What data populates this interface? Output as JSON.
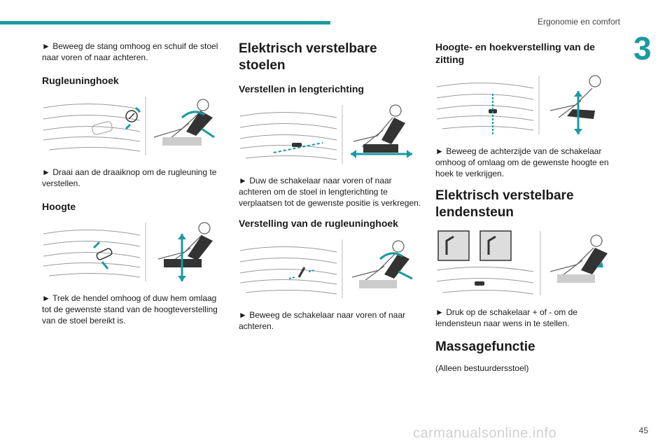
{
  "header": {
    "section": "Ergonomie en comfort",
    "chapter": "3"
  },
  "column1": {
    "intro": "► Beweeg de stang omhoog en schuif de stoel naar voren of naar achteren.",
    "h_backrest": "Rugleuninghoek",
    "p_backrest": "► Draai aan de draaiknop om de rugleuning te verstellen.",
    "h_height": "Hoogte",
    "p_height": "► Trek de hendel omhoog of duw hem omlaag tot de gewenste stand van de hoogteverstelling van de stoel bereikt is."
  },
  "column2": {
    "h_title": "Elektrisch verstelbare stoelen",
    "h_long": "Verstellen in lengterichting",
    "p_long": "► Duw de schakelaar naar voren of naar achteren om de stoel in lengterichting te verplaatsen tot de gewenste positie is verkregen.",
    "h_back": "Verstelling van de rugleuninghoek",
    "p_back": "► Beweeg de schakelaar naar voren of naar achteren."
  },
  "column3": {
    "h_height": "Hoogte- en hoekverstelling van de zitting",
    "p_height": "► Beweeg de achterzijde van de schakelaar omhoog of omlaag om de gewenste hoogte en hoek te verkrijgen.",
    "h_lumbar": "Elektrisch verstelbare lendensteun",
    "p_lumbar": "► Druk op de schakelaar + of - om de lendensteun naar wens in te stellen.",
    "h_massage": "Massagefunctie",
    "p_massage": "(Alleen bestuurdersstoel)"
  },
  "footer": {
    "page": "45",
    "watermark": "carmanualsonline.info"
  },
  "colors": {
    "accent": "#1a9aa0",
    "line": "#9a9a9a",
    "dark": "#333333"
  },
  "icons": [
    "seat-illustration",
    "lumbar-button-icon"
  ]
}
